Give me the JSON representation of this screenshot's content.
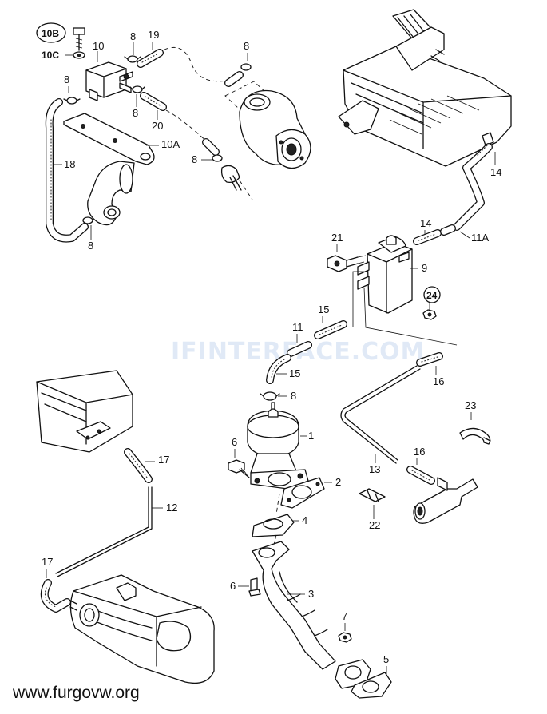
{
  "watermark": "IFINTERFACE.COM",
  "footer_site": "www.furgovw.org",
  "callouts": {
    "c1": "1",
    "c2": "2",
    "c3": "3",
    "c4": "4",
    "c5": "5",
    "c6a": "6",
    "c6b": "6",
    "c7": "7",
    "c8a": "8",
    "c8b": "8",
    "c8c": "8",
    "c8d": "8",
    "c8e": "8",
    "c8f": "8",
    "c8g": "8",
    "c9": "9",
    "c10": "10",
    "c10a": "10A",
    "c10b": "10B",
    "c10c": "10C",
    "c11": "11",
    "c11a": "11A",
    "c12": "12",
    "c13": "13",
    "c14a": "14",
    "c14b": "14",
    "c15a": "15",
    "c15b": "15",
    "c16a": "16",
    "c16b": "16",
    "c17a": "17",
    "c17b": "17",
    "c18": "18",
    "c19": "19",
    "c20": "20",
    "c21": "21",
    "c22": "22",
    "c23": "23",
    "c24": "24"
  }
}
